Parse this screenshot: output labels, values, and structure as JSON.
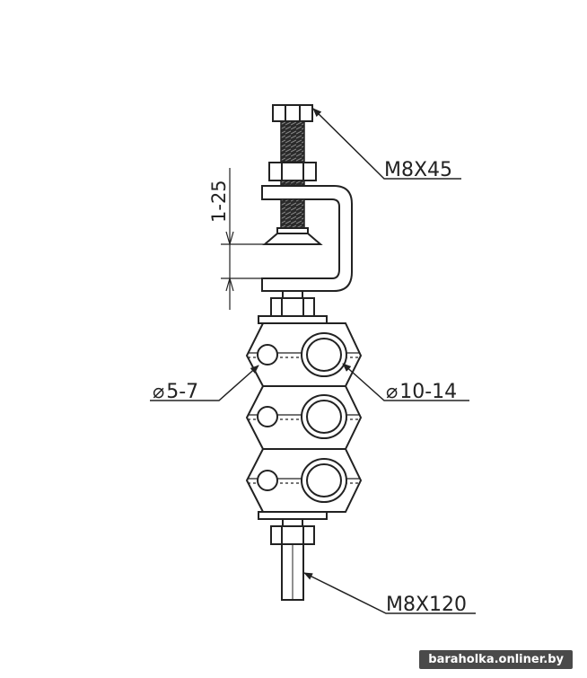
{
  "labels": {
    "top_bolt": "M8X45",
    "bottom_bolt": "M8X120",
    "small_hole": "5-7",
    "large_hole": "10-14",
    "clamp_range": "1-25",
    "diameter_symbol": "⌀"
  },
  "watermark": "baraholka.onliner.by",
  "colors": {
    "line": "#222222",
    "background": "#ffffff"
  }
}
